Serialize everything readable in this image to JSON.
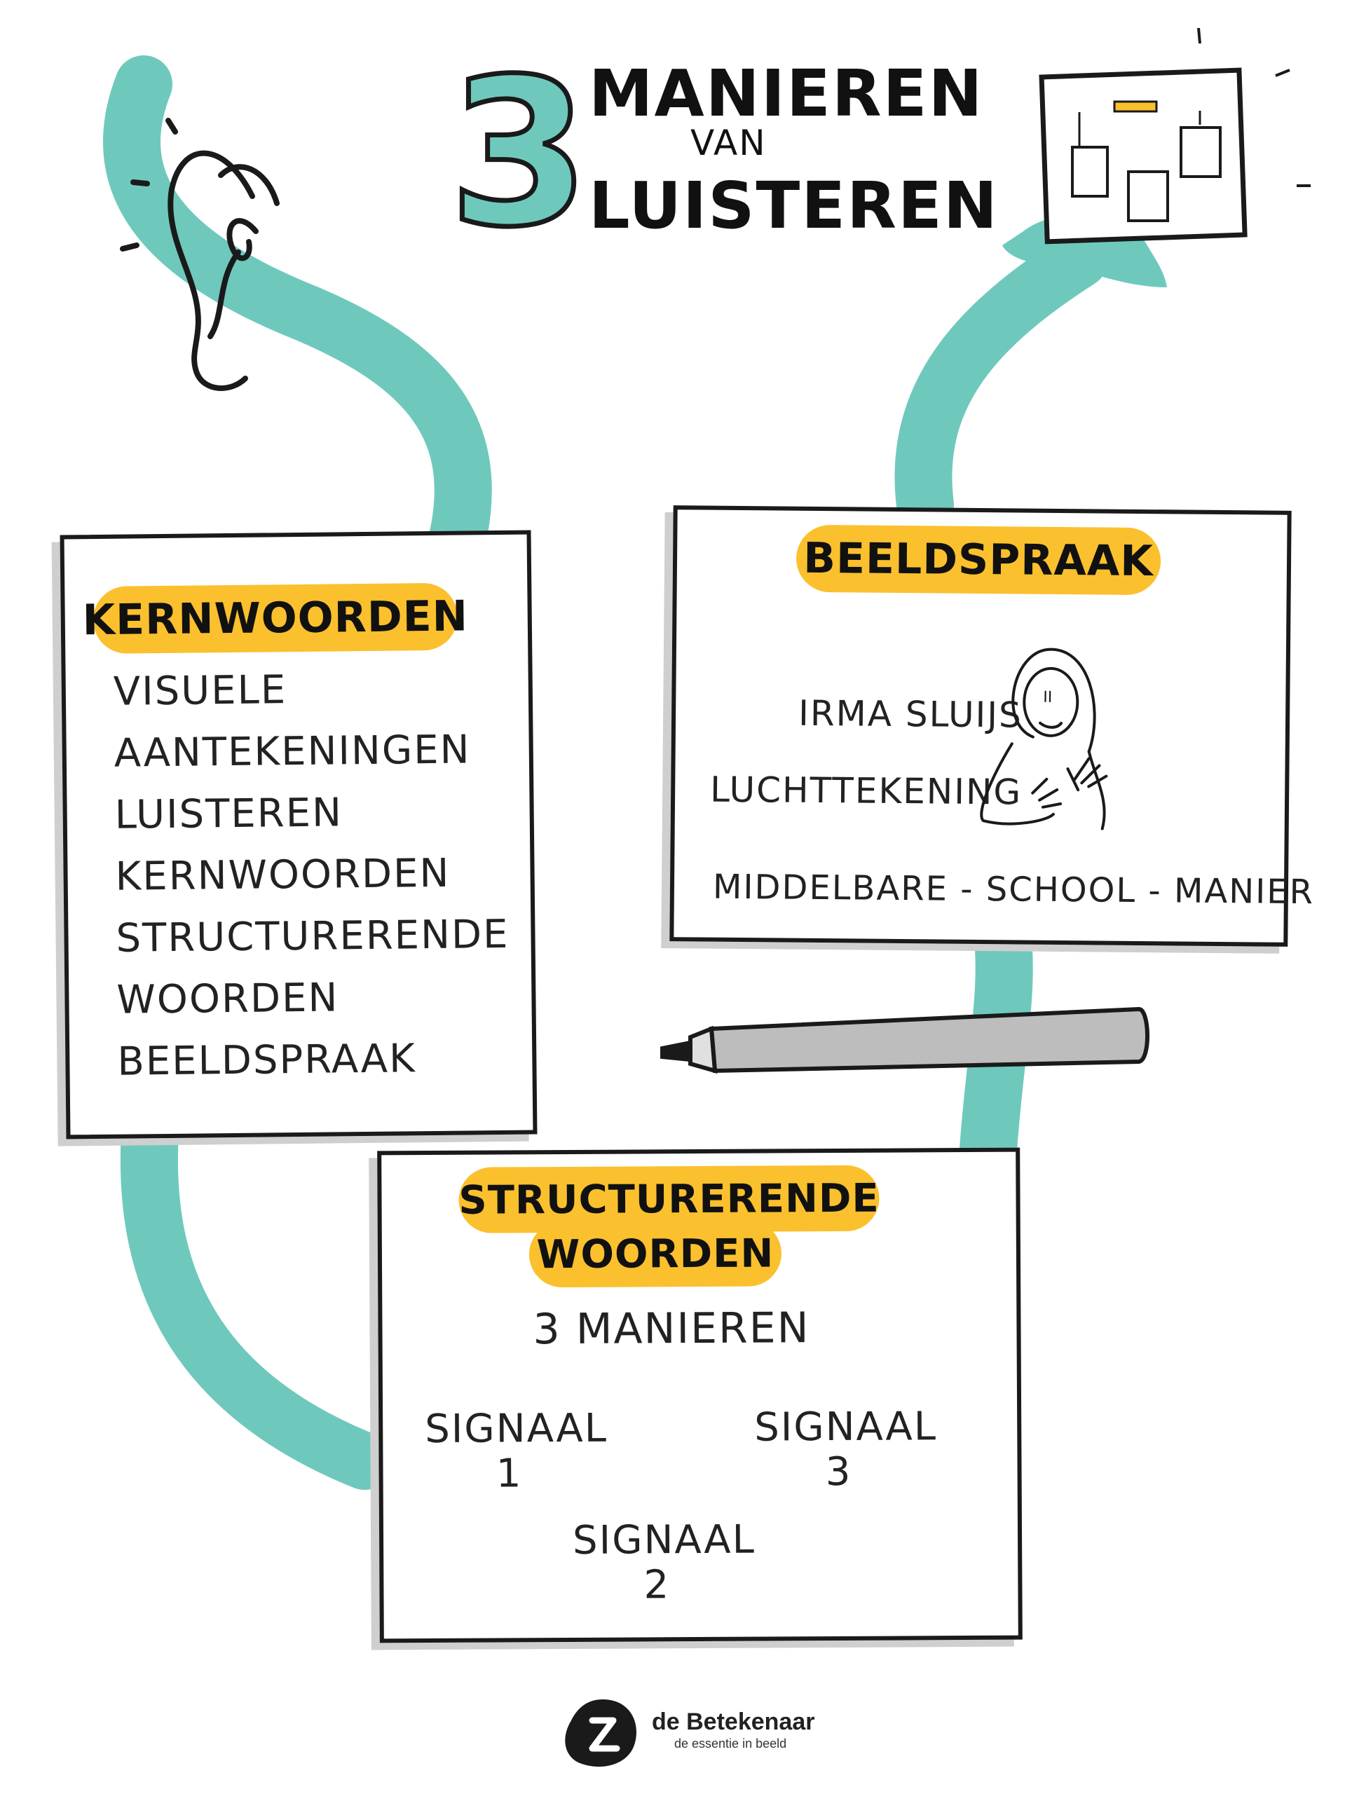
{
  "title": {
    "number": "3",
    "line1": "MANIEREN",
    "line2": "VAN",
    "line3": "LUISTEREN"
  },
  "kernwoorden": {
    "heading": "KERNWOORDEN",
    "items": [
      "VISUELE",
      "AANTEKENINGEN",
      "LUISTEREN",
      "KERNWOORDEN",
      "STRUCTURERENDE",
      "WOORDEN",
      "BEELDSPRAAK"
    ]
  },
  "beeldspraak": {
    "heading": "BEELDSPRAAK",
    "name": "IRMA  SLUIJS",
    "term": "LUCHTTEKENING",
    "method": "MIDDELBARE - SCHOOL - MANIER",
    "badge_initials": "II"
  },
  "structurerende": {
    "heading_line1": "STRUCTURERENDE",
    "heading_line2": "WOORDEN",
    "subtitle": "3 MANIEREN",
    "signals": [
      {
        "label": "SIGNAAL",
        "num": "1"
      },
      {
        "label": "SIGNAAL",
        "num": "2"
      },
      {
        "label": "SIGNAAL",
        "num": "3"
      }
    ]
  },
  "logo": {
    "name": "de Betekenaar",
    "tagline": "de essentie in beeld"
  },
  "colors": {
    "teal": "#6ec9bc",
    "yellow": "#fbc02d",
    "ink": "#1a1a1a",
    "shadow": "#cfcfcf",
    "pen": "#bdbdbd"
  },
  "icons": [
    "ear-icon",
    "whiteboard-icon",
    "person-icon",
    "marker-pen-icon",
    "logo-icon"
  ]
}
